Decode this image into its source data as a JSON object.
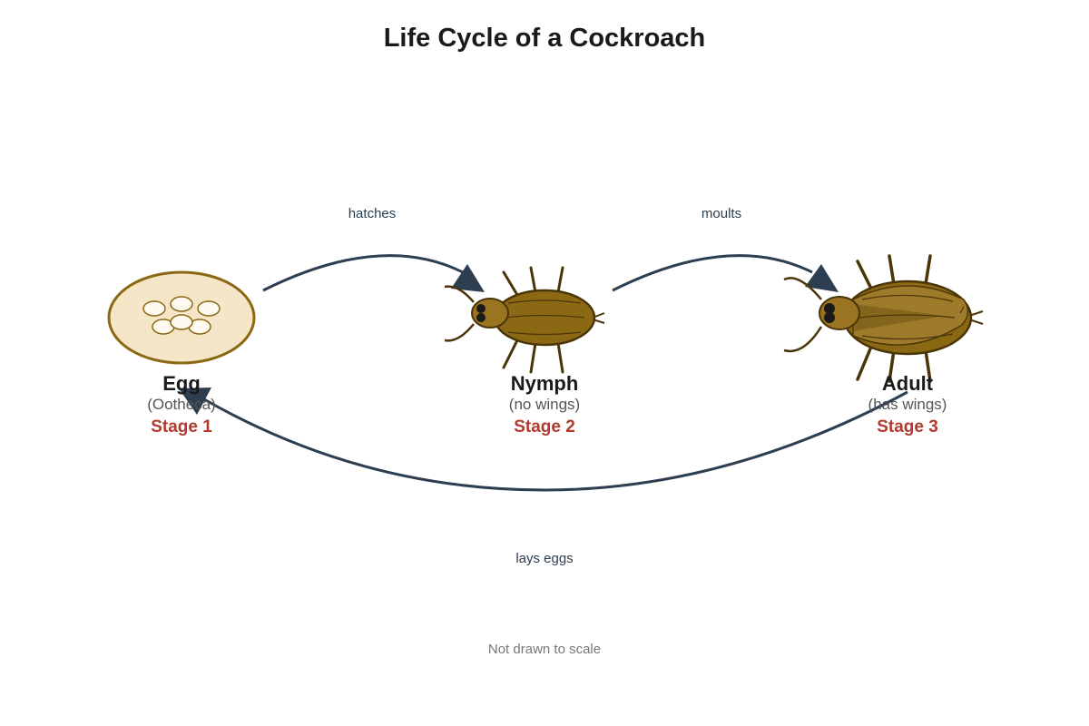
{
  "title": "Life Cycle of a Cockroach",
  "stages": [
    {
      "name": "Egg",
      "detail": "(Ootheca)",
      "stage": "Stage 1"
    },
    {
      "name": "Nymph",
      "detail": "(no wings)",
      "stage": "Stage 2"
    },
    {
      "name": "Adult",
      "detail": "(has wings)",
      "stage": "Stage 3"
    }
  ],
  "transitions": {
    "egg_to_nymph": "hatches",
    "nymph_to_adult": "moults",
    "adult_to_egg": "lays eggs"
  },
  "note": "Not drawn to scale",
  "colors": {
    "arrow": "#2c3e50",
    "stage_label": "#b03a2e",
    "egg_fill": "#f5e6c8",
    "egg_stroke": "#8b6914",
    "body_brown": "#8b6914",
    "adult_brown": "#9b7422",
    "leg_dark": "#4a3508"
  }
}
